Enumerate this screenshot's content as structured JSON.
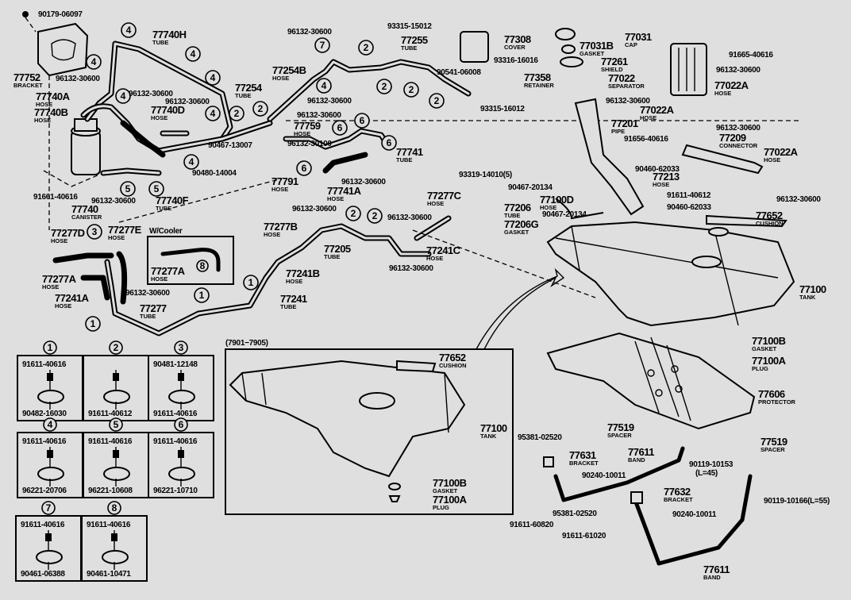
{
  "diagram": {
    "title": "Fuel Tank & Tube",
    "colors": {
      "background": "#dfdfdf",
      "ink": "#000000"
    },
    "labels": [
      {
        "id": "l1",
        "pn": "90179-06097",
        "name": ""
      },
      {
        "id": "l2",
        "pn": "77752",
        "name": "BRACKET"
      },
      {
        "id": "l3",
        "pn": "96132-30600",
        "name": ""
      },
      {
        "id": "l4",
        "pn": "77740A",
        "name": "HOSE"
      },
      {
        "id": "l5",
        "pn": "77740B",
        "name": "HOSE"
      },
      {
        "id": "l6",
        "pn": "77740H",
        "name": "TUBE"
      },
      {
        "id": "l7",
        "pn": "96132-30600",
        "name": ""
      },
      {
        "id": "l8",
        "pn": "96132-30600",
        "name": ""
      },
      {
        "id": "l9",
        "pn": "77740D",
        "name": "HOSE"
      },
      {
        "id": "l10",
        "pn": "77254",
        "name": "TUBE"
      },
      {
        "id": "l11",
        "pn": "90467-13007",
        "name": ""
      },
      {
        "id": "l12",
        "pn": "90480-14004",
        "name": ""
      },
      {
        "id": "l13",
        "pn": "91661-40616",
        "name": ""
      },
      {
        "id": "l14",
        "pn": "96132-30600",
        "name": ""
      },
      {
        "id": "l15",
        "pn": "77740",
        "name": "CANISTER"
      },
      {
        "id": "l16",
        "pn": "77740F",
        "name": "TUBE"
      },
      {
        "id": "l17",
        "pn": "96132-30600",
        "name": ""
      },
      {
        "id": "l18",
        "pn": "77254B",
        "name": "HOSE"
      },
      {
        "id": "l19",
        "pn": "96132-30600",
        "name": ""
      },
      {
        "id": "l20",
        "pn": "96132-30600",
        "name": ""
      },
      {
        "id": "l21",
        "pn": "77255",
        "name": "TUBE"
      },
      {
        "id": "l22",
        "pn": "93315-15012",
        "name": ""
      },
      {
        "id": "l23",
        "pn": "90541-06008",
        "name": ""
      },
      {
        "id": "l24",
        "pn": "77759",
        "name": "HOSE"
      },
      {
        "id": "l25",
        "pn": "96132-30100",
        "name": ""
      },
      {
        "id": "l26",
        "pn": "77741",
        "name": "TUBE"
      },
      {
        "id": "l27",
        "pn": "77791",
        "name": "HOSE"
      },
      {
        "id": "l28",
        "pn": "96132-30600",
        "name": ""
      },
      {
        "id": "l29",
        "pn": "77741A",
        "name": "HOSE"
      },
      {
        "id": "l30",
        "pn": "96132-30600",
        "name": ""
      },
      {
        "id": "l31",
        "pn": "77308",
        "name": "COVER"
      },
      {
        "id": "l32",
        "pn": "93316-16016",
        "name": ""
      },
      {
        "id": "l33",
        "pn": "77358",
        "name": "RETAINER"
      },
      {
        "id": "l34",
        "pn": "93315-16012",
        "name": ""
      },
      {
        "id": "l35",
        "pn": "77031B",
        "name": "GASKET"
      },
      {
        "id": "l36",
        "pn": "77031",
        "name": "CAP"
      },
      {
        "id": "l37",
        "pn": "77261",
        "name": "SHIELD"
      },
      {
        "id": "l38",
        "pn": "77022",
        "name": "SEPARATOR"
      },
      {
        "id": "l39",
        "pn": "91665-40616",
        "name": ""
      },
      {
        "id": "l40",
        "pn": "96132-30600",
        "name": ""
      },
      {
        "id": "l41",
        "pn": "77022A",
        "name": "HOSE"
      },
      {
        "id": "l42",
        "pn": "96132-30600",
        "name": ""
      },
      {
        "id": "l43",
        "pn": "77022A",
        "name": "HOSE"
      },
      {
        "id": "l44",
        "pn": "96132-30600",
        "name": ""
      },
      {
        "id": "l45",
        "pn": "77201",
        "name": "PIPE"
      },
      {
        "id": "l46",
        "pn": "91656-40616",
        "name": ""
      },
      {
        "id": "l47",
        "pn": "77209",
        "name": "CONNECTOR"
      },
      {
        "id": "l48",
        "pn": "77022A",
        "name": "HOSE"
      },
      {
        "id": "l49",
        "pn": "96132-30600",
        "name": ""
      },
      {
        "id": "l50",
        "pn": "90460-62033",
        "name": ""
      },
      {
        "id": "l51",
        "pn": "77213",
        "name": "HOSE"
      },
      {
        "id": "l52",
        "pn": "91611-40612",
        "name": ""
      },
      {
        "id": "l53",
        "pn": "90460-62033",
        "name": ""
      },
      {
        "id": "l54",
        "pn": "93319-14010(5)",
        "name": ""
      },
      {
        "id": "l55",
        "pn": "90467-20134",
        "name": ""
      },
      {
        "id": "l56",
        "pn": "77100D",
        "name": "HOSE"
      },
      {
        "id": "l57",
        "pn": "90467-20134",
        "name": ""
      },
      {
        "id": "l58",
        "pn": "77206",
        "name": "TUBE"
      },
      {
        "id": "l59",
        "pn": "77206G",
        "name": "GASKET"
      },
      {
        "id": "l60",
        "pn": "77277C",
        "name": "HOSE"
      },
      {
        "id": "l61",
        "pn": "96132-30600",
        "name": ""
      },
      {
        "id": "l62",
        "pn": "77241C",
        "name": "HOSE"
      },
      {
        "id": "l63",
        "pn": "96132-30600",
        "name": ""
      },
      {
        "id": "l64",
        "pn": "77277B",
        "name": "HOSE"
      },
      {
        "id": "l65",
        "pn": "77205",
        "name": "TUBE"
      },
      {
        "id": "l66",
        "pn": "77241B",
        "name": "HOSE"
      },
      {
        "id": "l67",
        "pn": "77241",
        "name": "TUBE"
      },
      {
        "id": "l68",
        "pn": "77277D",
        "name": "HOSE"
      },
      {
        "id": "l69",
        "pn": "77277E",
        "name": "HOSE"
      },
      {
        "id": "l70",
        "pn": "77277A",
        "name": "HOSE"
      },
      {
        "id": "l71",
        "pn": "77241A",
        "name": "HOSE"
      },
      {
        "id": "l72",
        "pn": "96132-30600",
        "name": ""
      },
      {
        "id": "l73",
        "pn": "77277",
        "name": "TUBE"
      },
      {
        "id": "l74",
        "pn": "77277A",
        "name": "HOSE"
      },
      {
        "id": "l75",
        "pn": "77652",
        "name": "CUSHION"
      },
      {
        "id": "l76",
        "pn": "77100",
        "name": "TANK"
      },
      {
        "id": "l77",
        "pn": "77100B",
        "name": "GASKET"
      },
      {
        "id": "l78",
        "pn": "77100A",
        "name": "PLUG"
      },
      {
        "id": "l79",
        "pn": "77606",
        "name": "PROTECTOR"
      },
      {
        "id": "l80",
        "pn": "77519",
        "name": "SPACER"
      },
      {
        "id": "l81",
        "pn": "77519",
        "name": "SPACER"
      },
      {
        "id": "l82",
        "pn": "95381-02520",
        "name": ""
      },
      {
        "id": "l83",
        "pn": "77631",
        "name": "BRACKET"
      },
      {
        "id": "l84",
        "pn": "77611",
        "name": "BAND"
      },
      {
        "id": "l85",
        "pn": "90240-10011",
        "name": ""
      },
      {
        "id": "l86",
        "pn": "90119-10153",
        "name": "(L=45)"
      },
      {
        "id": "l87",
        "pn": "90119-10166(L=55)",
        "name": ""
      },
      {
        "id": "l88",
        "pn": "77632",
        "name": "BRACKET"
      },
      {
        "id": "l89",
        "pn": "95381-02520",
        "name": ""
      },
      {
        "id": "l90",
        "pn": "90240-10011",
        "name": ""
      },
      {
        "id": "l91",
        "pn": "91611-60820",
        "name": ""
      },
      {
        "id": "l92",
        "pn": "91611-61020",
        "name": ""
      },
      {
        "id": "l93",
        "pn": "77611",
        "name": "BAND"
      },
      {
        "id": "l94",
        "pn": "77652",
        "name": "CUSHION"
      },
      {
        "id": "l95",
        "pn": "77100",
        "name": "TANK"
      },
      {
        "id": "l96",
        "pn": "77100B",
        "name": "GASKET"
      },
      {
        "id": "l97",
        "pn": "77100A",
        "name": "PLUG"
      }
    ],
    "inset_cooler": {
      "title": "W/Cooler"
    },
    "inset_tank": {
      "title": "(7901−7905)"
    },
    "clamp_table": [
      {
        "num": "1",
        "top": "91611-40616",
        "bottom": "90482-16030"
      },
      {
        "num": "2",
        "top": "",
        "bottom": "91611-40612"
      },
      {
        "num": "3",
        "top": "90481-12148",
        "bottom": "91611-40616"
      },
      {
        "num": "4",
        "top": "91611-40616",
        "bottom": "96221-20706"
      },
      {
        "num": "5",
        "top": "91611-40616",
        "bottom": "96221-10608"
      },
      {
        "num": "6",
        "top": "91611-40616",
        "bottom": "96221-10710"
      },
      {
        "num": "7",
        "top": "91611-40616",
        "bottom": "90461-06388"
      },
      {
        "num": "8",
        "top": "91611-40616",
        "bottom": "90461-10471"
      }
    ],
    "callouts": [
      "1",
      "2",
      "3",
      "4",
      "5",
      "6",
      "7",
      "8"
    ]
  }
}
